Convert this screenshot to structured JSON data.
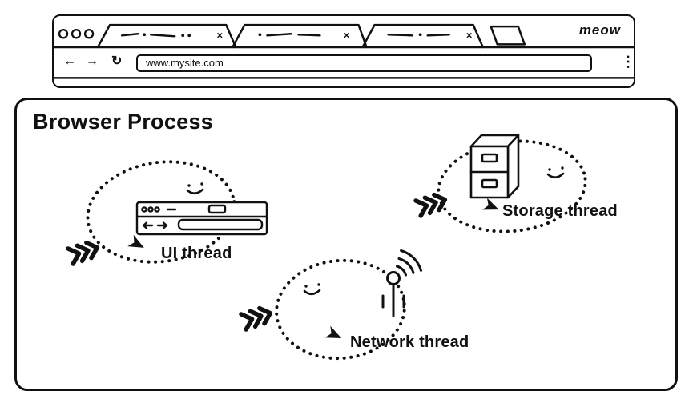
{
  "colors": {
    "ink": "#111111",
    "paper": "#ffffff"
  },
  "browser_window": {
    "brand": "meow",
    "tabs": [
      {
        "close_glyph": "×"
      },
      {
        "close_glyph": "×"
      },
      {
        "close_glyph": "×"
      }
    ],
    "toolbar": {
      "back_icon": "←",
      "forward_icon": "→",
      "reload_icon": "↻",
      "menu_icon": "⋮",
      "address_bar": {
        "value": "www.mysite.com"
      }
    }
  },
  "process_box": {
    "title": "Browser Process",
    "threads": [
      {
        "id": "ui-thread",
        "label": "UI thread",
        "icon": "mini-browser-toolbar-icon"
      },
      {
        "id": "storage-thread",
        "label": "Storage thread",
        "icon": "file-cabinet-icon"
      },
      {
        "id": "network-thread",
        "label": "Network thread",
        "icon": "antenna-signal-icon"
      }
    ]
  }
}
